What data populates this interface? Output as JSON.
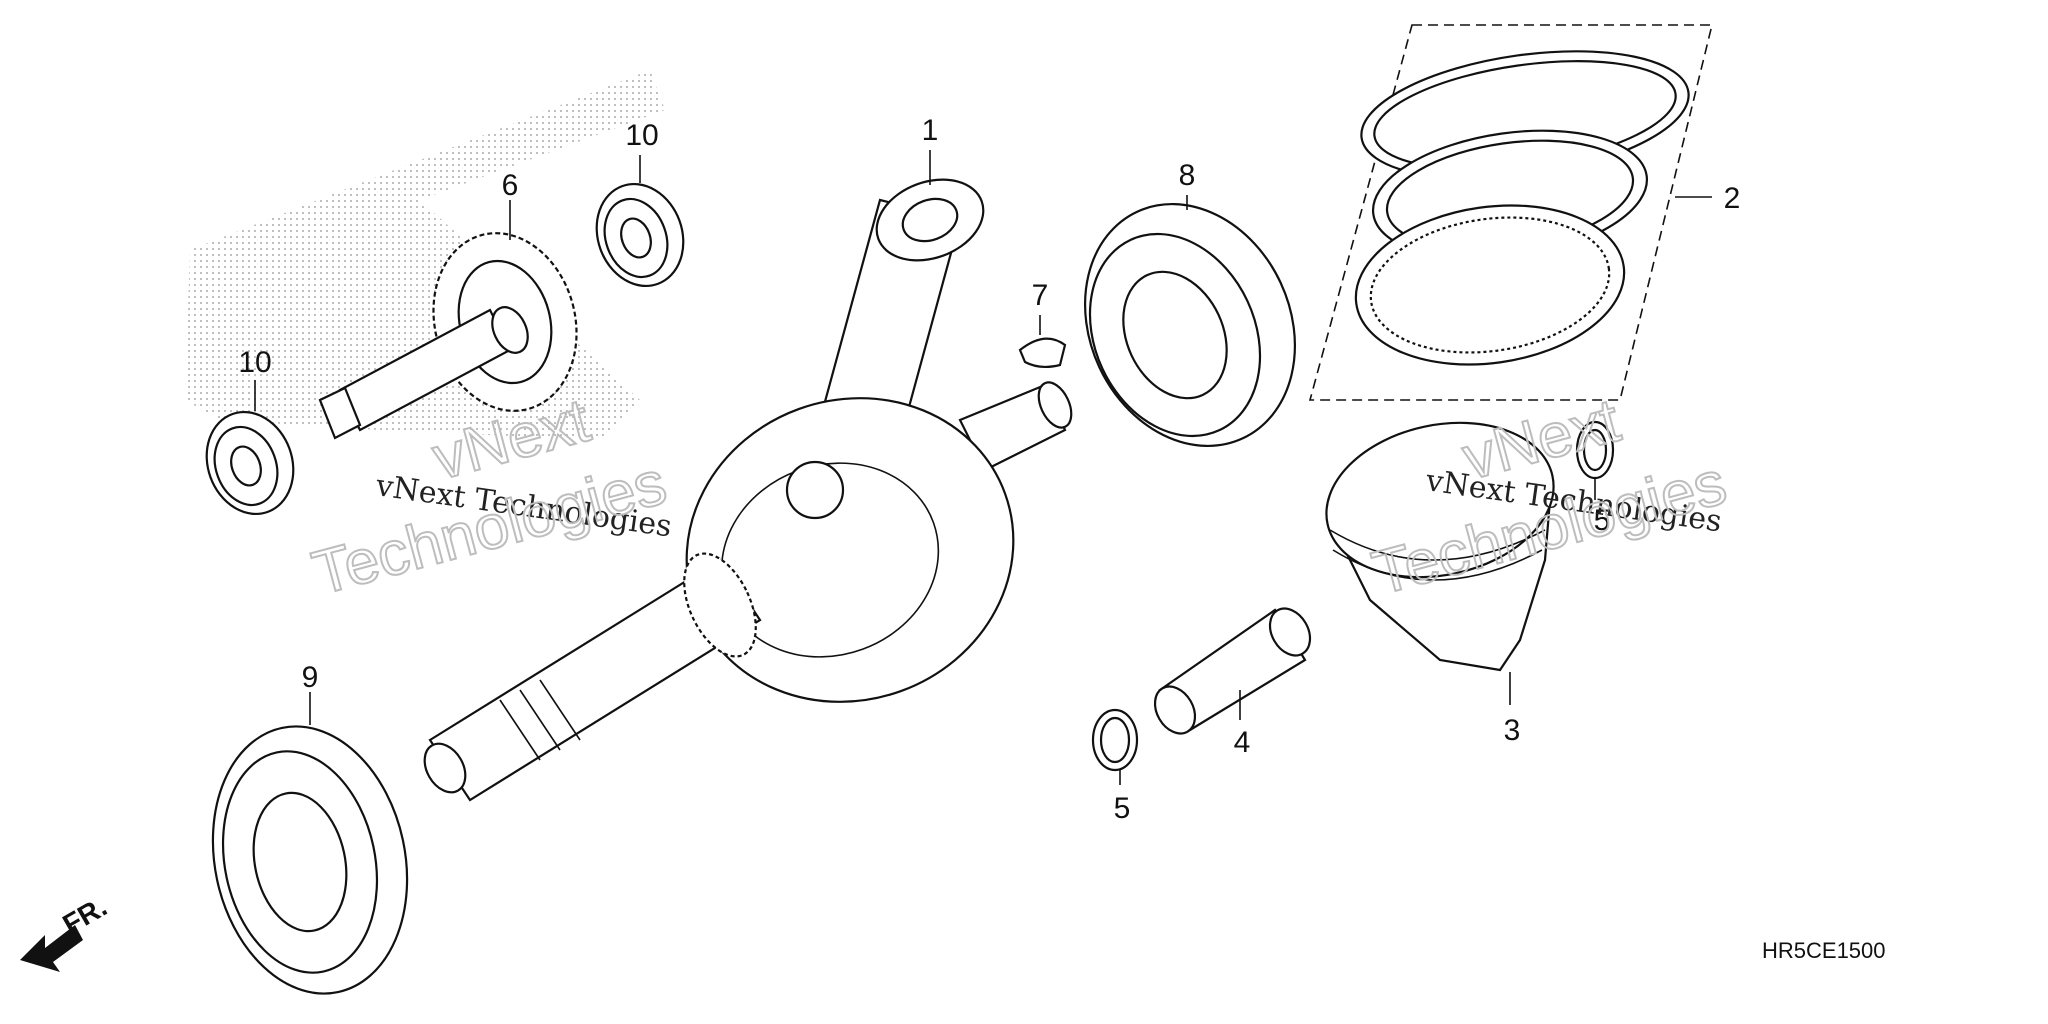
{
  "callouts": {
    "p1": "1",
    "p2": "2",
    "p3": "3",
    "p4": "4",
    "p5a": "5",
    "p5b": "5",
    "p6": "6",
    "p7": "7",
    "p8": "8",
    "p9": "9",
    "p10a": "10",
    "p10b": "10"
  },
  "watermarks": {
    "left_small": "vNext Technologies",
    "right_small": "vNext Technologies",
    "big_line1": "vNext",
    "big_line2": "Technologies"
  },
  "direction_label": "FR.",
  "diagram_code": "HR5CE1500",
  "colors": {
    "ink": "#111111",
    "watermark_outline": "#bdbdbd",
    "background": "#ffffff"
  }
}
